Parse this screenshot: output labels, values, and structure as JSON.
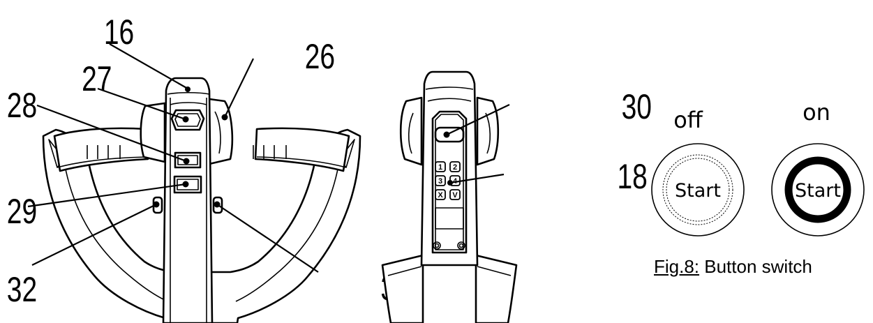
{
  "callouts": {
    "c16": "16",
    "c26": "26",
    "c27": "27",
    "c28": "28",
    "c29": "29",
    "c30": "30",
    "c18": "18",
    "c31": "31",
    "c32": "32"
  },
  "keypad": [
    "1",
    "2",
    "3",
    "4",
    "X",
    "V"
  ],
  "switches": {
    "off": {
      "state": "off",
      "label": "Start"
    },
    "on": {
      "state": "on",
      "label": "Start"
    }
  },
  "caption": {
    "fig": "Fig.8:",
    "text": " Button switch"
  }
}
